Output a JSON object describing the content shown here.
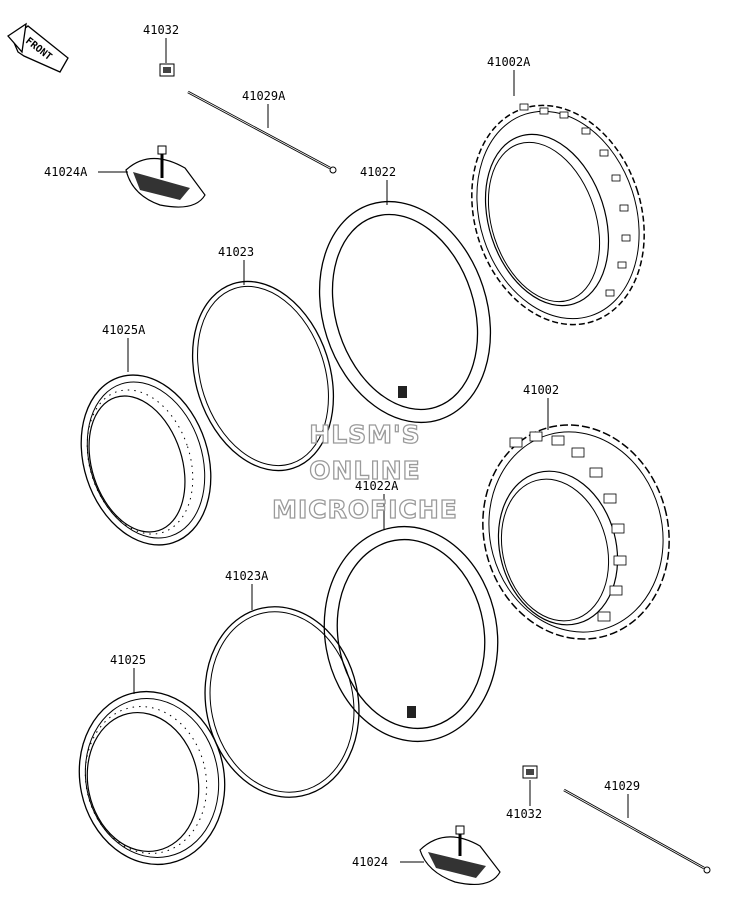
{
  "front_arrow": {
    "label": "FRONT"
  },
  "watermark": {
    "line1": "HLSM'S",
    "line2": "ONLINE",
    "line3": "MICROFICHE"
  },
  "labels": {
    "valve_cap_top": "41032",
    "spoke_top": "41029A",
    "rim_band_front": "41024A",
    "tire_front": "41002A",
    "tube_front": "41022",
    "rim_strip_front": "41023",
    "rim_front": "41025A",
    "tire_rear": "41002",
    "tube_rear": "41022A",
    "rim_strip_rear": "41023A",
    "rim_rear": "41025",
    "spoke_bottom": "41029",
    "valve_cap_bottom": "41032",
    "rim_band_rear": "41024"
  }
}
